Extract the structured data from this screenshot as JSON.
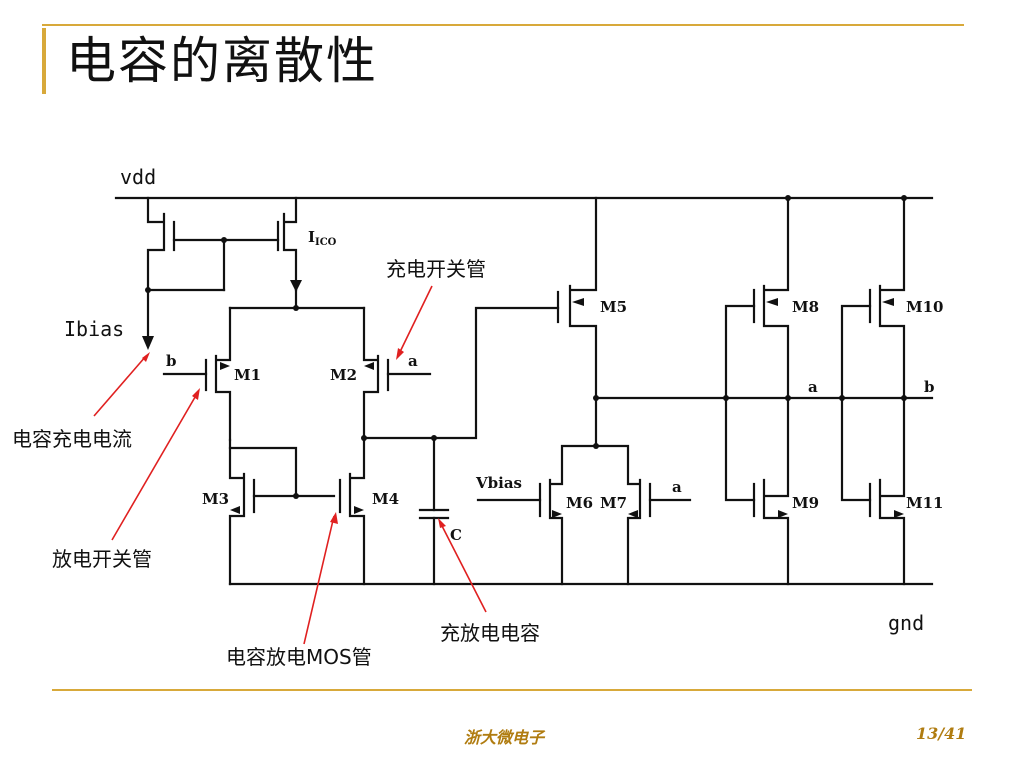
{
  "slide": {
    "title": "电容的离散性",
    "footer_center": "浙大微电子",
    "footer_right": "13/41"
  },
  "circuit": {
    "vdd_label": "vdd",
    "gnd_label": "gnd",
    "ibias_label": "Ibias",
    "ico_label_main": "I",
    "ico_label_sub": "ICO",
    "vbias_label": "Vbias",
    "cap_label": "C",
    "node_b_left": "b",
    "node_a_m2": "a",
    "node_a_m7": "a",
    "node_a_mid": "a",
    "node_b_right": "b",
    "transistors": {
      "m1": "M1",
      "m2": "M2",
      "m3": "M3",
      "m4": "M4",
      "m5": "M5",
      "m6": "M6",
      "m7": "M7",
      "m8": "M8",
      "m9": "M9",
      "m10": "M10",
      "m11": "M11"
    }
  },
  "annotations": {
    "charge_switch": "充电开关管",
    "cap_charge_current": "电容充电电流",
    "discharge_switch": "放电开关管",
    "cap_discharge_mos": "电容放电MOS管",
    "charge_discharge_cap": "充放电电容"
  }
}
